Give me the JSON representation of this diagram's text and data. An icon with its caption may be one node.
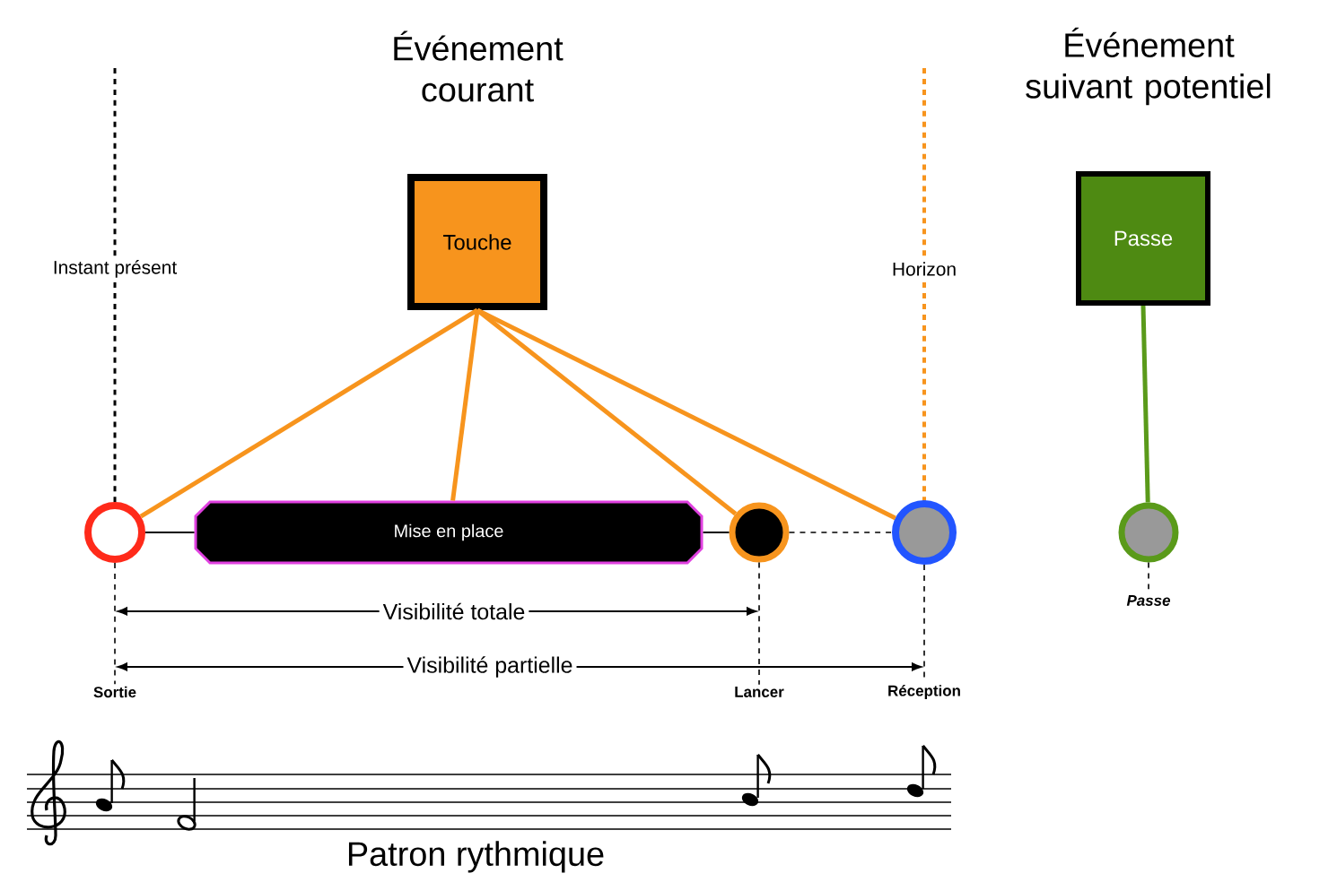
{
  "diagram": {
    "nodes": [
      {
        "text": [
          "Touche"
        ]
      },
      {
        "text": [
          "Passe"
        ]
      },
      {
        "text": [],
        "shape": "circle"
      },
      {
        "text": [
          "Mise en place"
        ]
      },
      {
        "text": [],
        "shape": "circle"
      },
      {
        "text": [],
        "shape": "circle"
      },
      {
        "text": [],
        "shape": "circle"
      },
      {
        "text": [
          "Sortie"
        ]
      },
      {
        "text": [
          "Lancer"
        ]
      },
      {
        "text": [
          "Réception"
        ]
      },
      {
        "text": [
          "Passe"
        ]
      }
    ],
    "edges": [
      {
        "from": 0,
        "to": 2,
        "arrow": "none",
        "style": "thick",
        "color": "#f7941d"
      },
      {
        "from": 0,
        "to": 3,
        "arrow": "none",
        "style": "thick",
        "color": "#f7941d"
      },
      {
        "from": 0,
        "to": 4,
        "arrow": "none",
        "style": "thick",
        "color": "#f7941d"
      },
      {
        "from": 0,
        "to": 5,
        "arrow": "none",
        "style": "thick",
        "color": "#f7941d"
      },
      {
        "from": 1,
        "to": 6,
        "arrow": "none",
        "style": "thick",
        "color": "#5a9a1a"
      },
      {
        "from": 2,
        "to": 3,
        "arrow": "none"
      },
      {
        "from": 3,
        "to": 4,
        "arrow": "none"
      },
      {
        "from": 4,
        "to": 5,
        "arrow": "none",
        "style": "dashed"
      },
      {
        "from": 2,
        "to": 7,
        "arrow": "none",
        "style": "dashed"
      },
      {
        "from": 4,
        "to": 8,
        "arrow": "none",
        "style": "dashed"
      },
      {
        "from": 5,
        "to": 9,
        "arrow": "none",
        "style": "dashed"
      },
      {
        "from": 6,
        "to": 10,
        "arrow": "none",
        "style": "dashed"
      }
    ],
    "labels": [
      "Événement courant",
      "Événement suivant potentiel",
      "Instant présent",
      "Horizon",
      "Visibilité totale",
      "Visibilité partielle",
      "Patron rythmique"
    ]
  }
}
